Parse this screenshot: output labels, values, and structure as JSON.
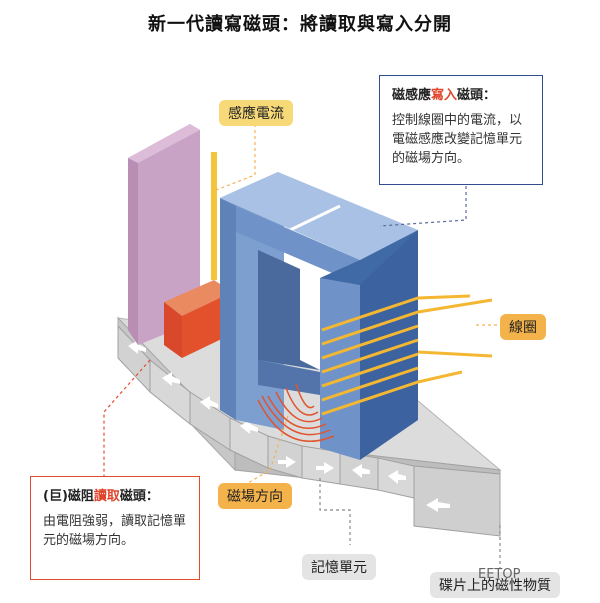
{
  "title": "新一代讀寫磁頭：將讀取與寫入分開",
  "labels": {
    "induced_current": "感應電流",
    "coil": "線圈",
    "field_direction": "磁場方向",
    "memory_unit": "記憶單元",
    "disk_material": "碟片上的磁性物質"
  },
  "write_head": {
    "title_prefix": "磁感應",
    "title_highlight": "寫入",
    "title_suffix": "磁頭：",
    "body": "控制線圈中的電流，以電磁感應改變記憶單元的磁場方向。"
  },
  "read_head": {
    "title_prefix": "(巨)磁阻",
    "title_highlight": "讀取",
    "title_suffix": "磁頭：",
    "body": "由電阻強弱，讀取記憶單元的磁場方向。"
  },
  "watermark": "EETOP",
  "colors": {
    "write_box_border": "#2f4d8f",
    "read_box_border": "#e24b2d",
    "highlight": "#e0442a",
    "head_blue": "#6f93c8",
    "shield_purple": "#c9a3c6",
    "sensor_red": "#e2502c",
    "coil_yellow": "#f4b731",
    "track_gray": "#d6d6d6"
  }
}
